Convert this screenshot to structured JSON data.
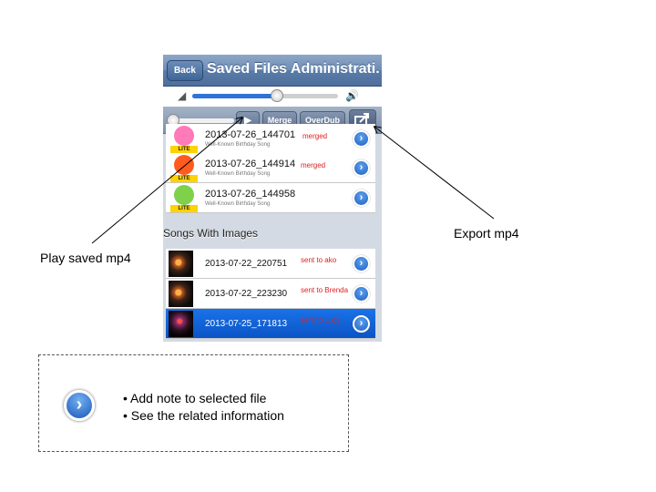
{
  "navbar": {
    "back_label": "Back",
    "title": "Saved Files Administrati..."
  },
  "volume": {
    "level": 0.58,
    "low_icon": "speaker-low-icon",
    "high_icon": "speaker-high-icon"
  },
  "toolbar": {
    "play_glyph": "▶",
    "merge_label": "Merge",
    "overdub_label": "OverDub",
    "export_icon": "export-share-icon",
    "position": 0.0
  },
  "files": [
    {
      "name": "2013-07-26_144701",
      "subtitle": "Well-Known Birthday Song",
      "status": "merged",
      "badge": "LITE"
    },
    {
      "name": "2013-07-26_144914",
      "subtitle": "Well-Known Birthday Song",
      "status": "merged",
      "badge": "LITE"
    },
    {
      "name": "2013-07-26_144958",
      "subtitle": "Well-Known Birthday Song",
      "status": "",
      "badge": "LITE"
    }
  ],
  "section_header": "Songs With Images",
  "image_songs": [
    {
      "name": "2013-07-22_220751",
      "status": "sent to ako"
    },
    {
      "name": "2013-07-22_223230",
      "status": "sent to Brenda"
    },
    {
      "name": "2013-07-25_171813",
      "status": "sent to Lucy",
      "selected": true
    }
  ],
  "callouts": {
    "play": "Play saved mp4",
    "export": "Export mp4"
  },
  "legend": {
    "disclosure_glyph": "›",
    "items": [
      "• Add note to selected file",
      "• See the related information"
    ]
  },
  "colors": {
    "accent": "#1a72e8",
    "status_red": "#e02020",
    "navbar": "#5a7ca8"
  }
}
